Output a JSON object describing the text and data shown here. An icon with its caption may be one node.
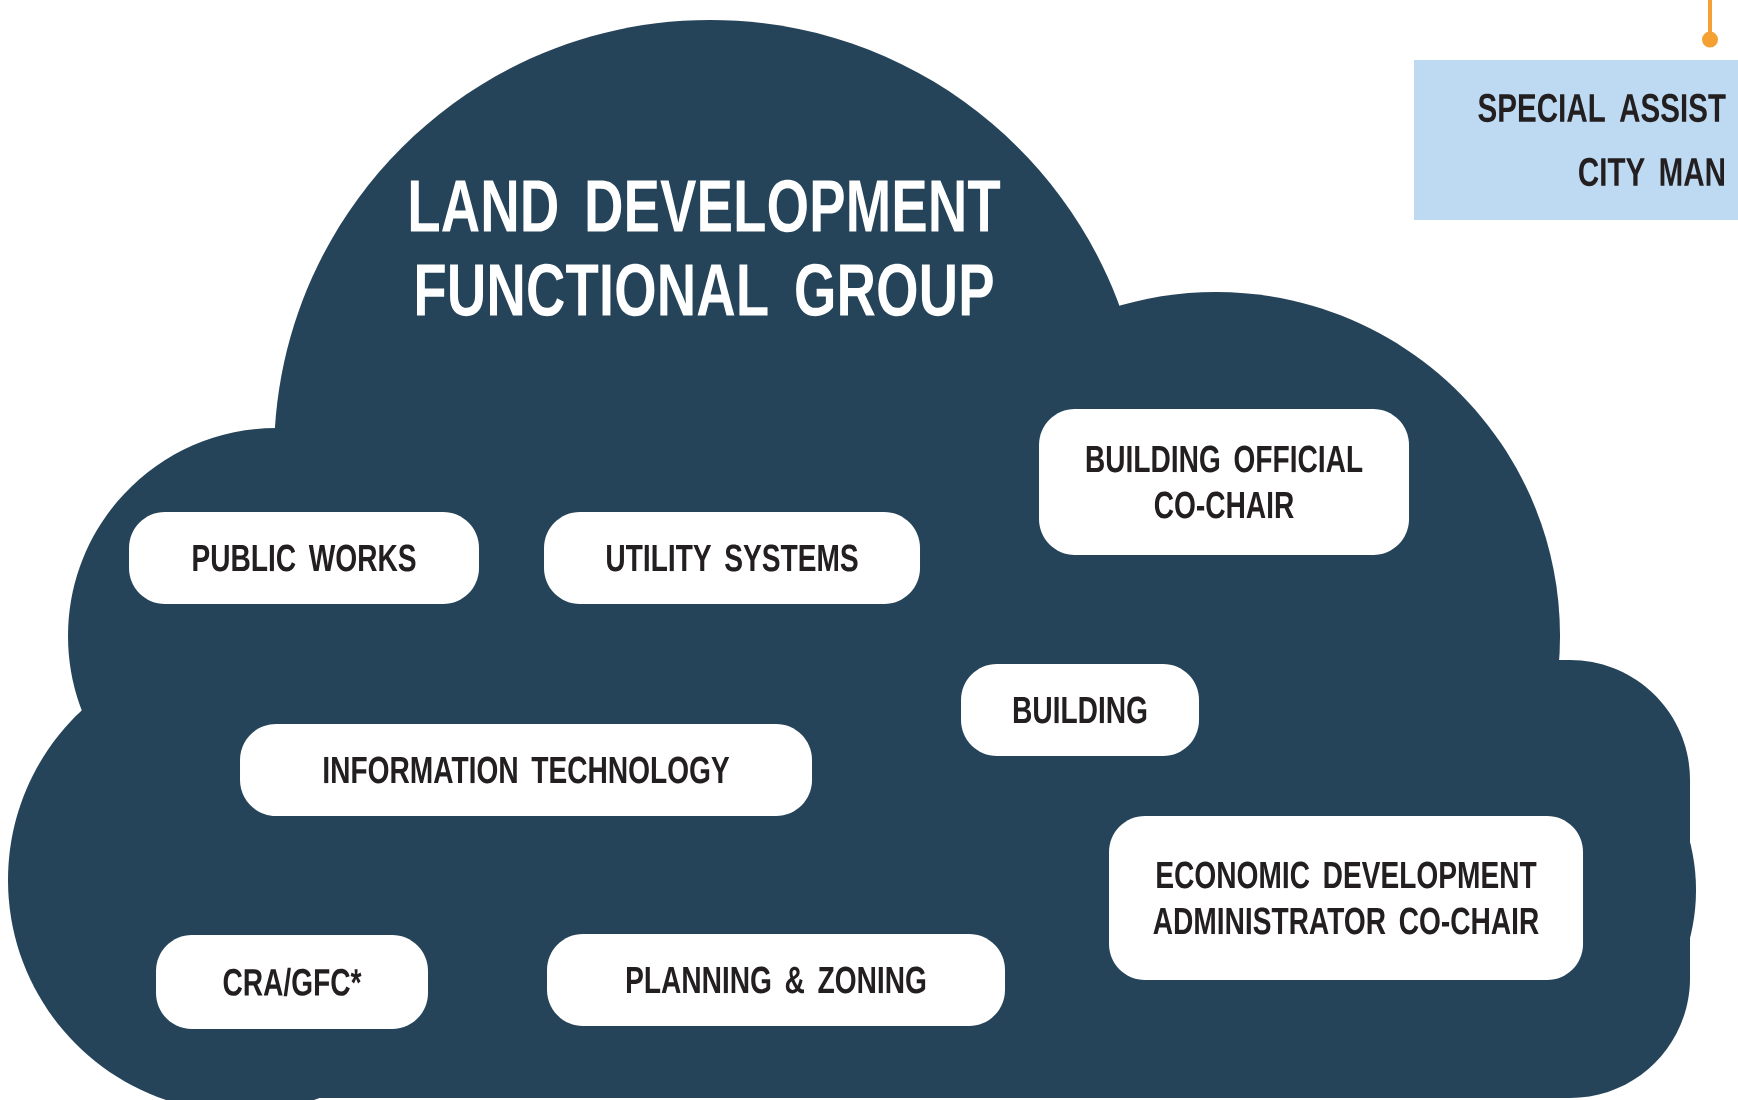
{
  "diagram": {
    "nodes": [
      {
        "text": [
          "LAND DEVELOPMENT FUNCTIONAL GROUP"
        ]
      },
      {
        "text": [
          "SPECIAL ASSIST CITY MAN"
        ]
      },
      {
        "text": [
          "BUILDING OFFICIAL CO-CHAIR"
        ],
        "in": 0
      },
      {
        "text": [
          "PUBLIC WORKS"
        ],
        "in": 0
      },
      {
        "text": [
          "UTILITY SYSTEMS"
        ],
        "in": 0
      },
      {
        "text": [
          "BUILDING"
        ],
        "in": 0
      },
      {
        "text": [
          "INFORMATION TECHNOLOGY"
        ],
        "in": 0
      },
      {
        "text": [
          "ECONOMIC DEVELOPMENT ADMINISTRATOR CO-CHAIR"
        ],
        "in": 0
      },
      {
        "text": [
          "CRA/GFC*"
        ],
        "in": 0
      },
      {
        "text": [
          "PLANNING & ZONING"
        ],
        "in": 0
      }
    ],
    "edges": [
      {
        "from": null,
        "to": 1,
        "arrow": "to",
        "color": "#f5a033"
      }
    ]
  }
}
